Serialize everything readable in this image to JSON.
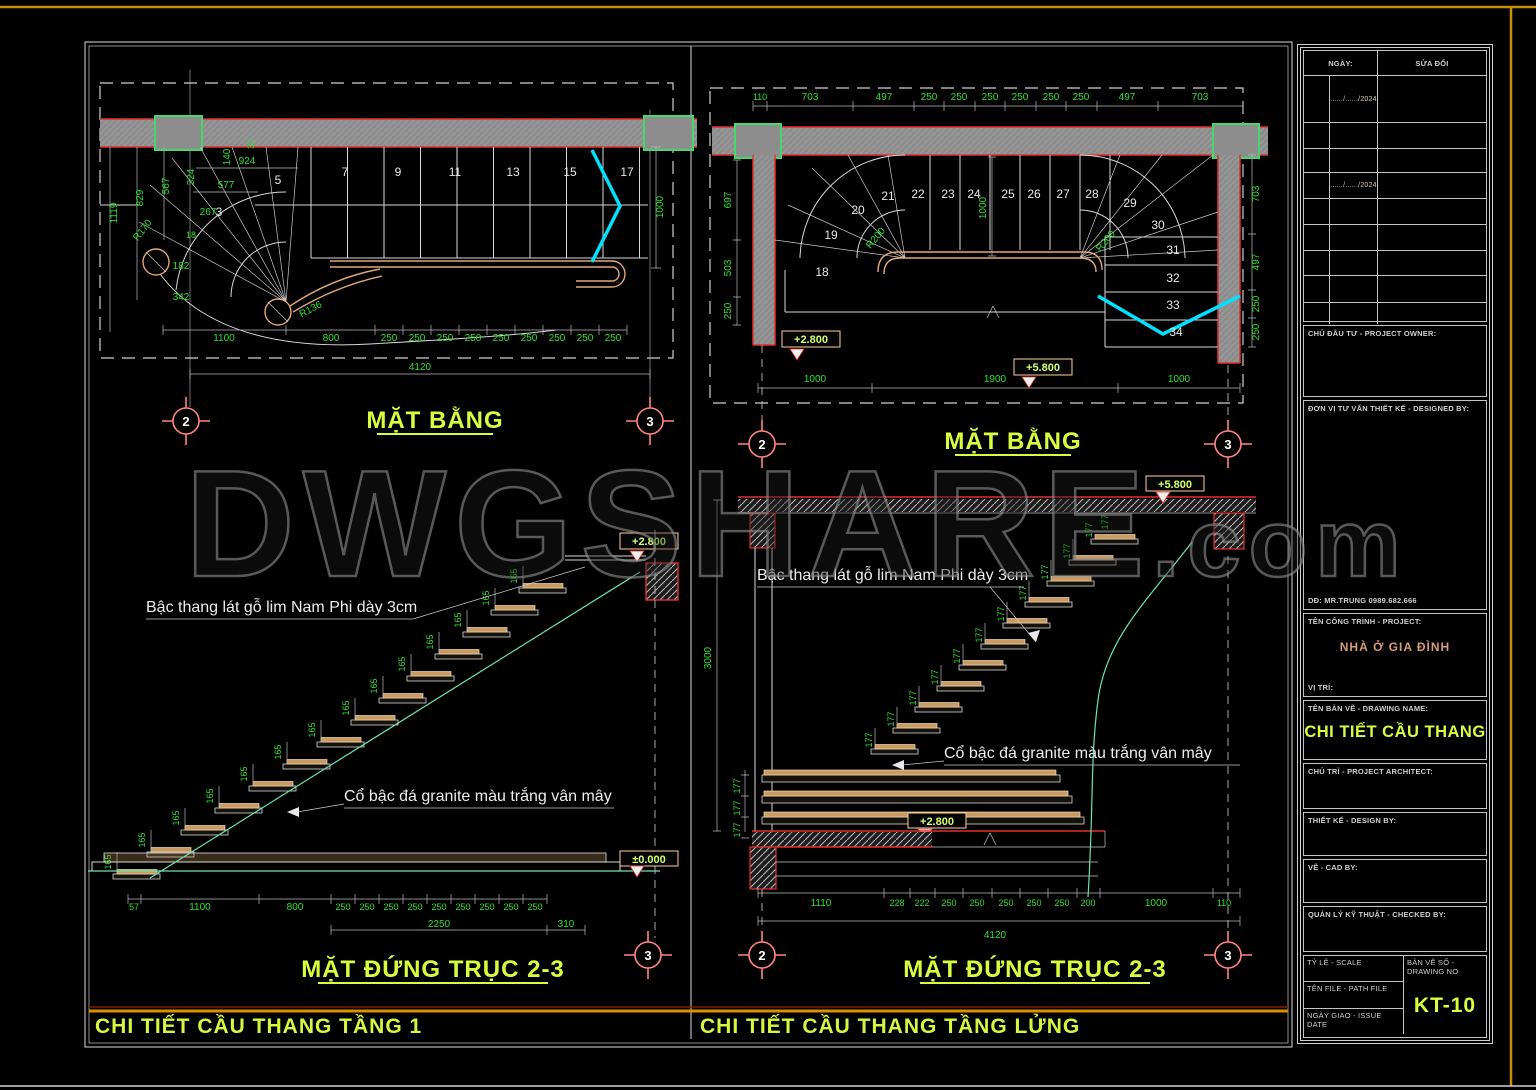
{
  "page": {
    "watermark_main": "DWGSHARE",
    "watermark_suffix": ".com"
  },
  "axes": {
    "a2": "2",
    "a3": "3"
  },
  "notes": {
    "wood": "Bậc thang lát gỗ lim Nam Phi dày 3cm",
    "stone": "Cổ bậc đá granite màu trắng vân mây"
  },
  "plan1": {
    "title": "MẶT BẰNG",
    "step_numbers": [
      "7",
      "9",
      "11",
      "13",
      "15",
      "17"
    ],
    "winder_numbers": [
      "3",
      "5"
    ],
    "left_dims": [
      "1119",
      "829",
      "567",
      "324",
      "140",
      "31"
    ],
    "detail_dims": [
      "924",
      "577",
      "267",
      "18",
      "182",
      "342"
    ],
    "radii": [
      "R170",
      "R136"
    ],
    "bottom_dims": [
      "1100",
      "800",
      "250",
      "250",
      "250",
      "250",
      "250",
      "250",
      "250",
      "250",
      "250"
    ],
    "total_dim": "4120",
    "right_dim": "1000"
  },
  "plan2": {
    "title": "MẶT BẰNG",
    "top_dims": [
      "110",
      "703",
      "497",
      "250",
      "250",
      "250",
      "250",
      "250",
      "250",
      "497",
      "703"
    ],
    "left_dims": [
      "697",
      "503",
      "250"
    ],
    "right_dims": [
      "703",
      "497",
      "250",
      "250"
    ],
    "width_dim": "1000",
    "step_numbers": [
      "18",
      "19",
      "20",
      "21",
      "22",
      "23",
      "24",
      "25",
      "26",
      "27",
      "28",
      "29",
      "30",
      "31",
      "32",
      "33",
      "34"
    ],
    "radii": [
      "R200",
      "R200"
    ],
    "levels": {
      "mid": "+2.800",
      "top": "+5.800"
    },
    "bottom_dims": [
      "1000",
      "1900",
      "1000"
    ]
  },
  "section1": {
    "title": "MẶT ĐỨNG TRỤC 2-3",
    "riser_dim": "165",
    "levels": {
      "top": "+2.800",
      "zero": "±0.000"
    },
    "bottom_dims": [
      "57",
      "1100",
      "800",
      "250",
      "250",
      "250",
      "250",
      "250",
      "250",
      "250",
      "250",
      "250"
    ],
    "bottom_dims2": [
      "2250",
      "310"
    ]
  },
  "section2": {
    "title": "MẶT ĐỨNG TRỤC 2-3",
    "riser_dim": "177",
    "height_dim": "3000",
    "levels": {
      "top": "+5.800",
      "mid": "+2.800"
    },
    "bottom_dims": [
      "1110",
      "228",
      "222",
      "250",
      "250",
      "250",
      "250",
      "250",
      "200",
      "1000",
      "110"
    ],
    "total_dim": "4120"
  },
  "footer": {
    "left_label": "CHI TIẾT CẦU THANG TẦNG 1",
    "right_label": "CHI TIẾT CẦU THANG TẦNG LỬNG"
  },
  "titleblock": {
    "rev_date_header": "NGÀY:",
    "rev_change_header": "SỬA ĐỔI",
    "rev_date1": "....../....../2024",
    "rev_date2": "....../....../2024",
    "owner_label": "CHỦ ĐẦU TƯ - PROJECT OWNER:",
    "designer_label": "ĐƠN VỊ TƯ VẤN THIẾT KẾ - DESIGNED BY:",
    "designer_phone": "DĐ: MR.TRUNG 0989.682.666",
    "project_label": "TÊN CÔNG TRÌNH - PROJECT:",
    "project_name": "NHÀ Ở GIA ĐÌNH",
    "location_label": "VỊ TRÍ:",
    "drawing_name_label": "TÊN BẢN VẼ - DRAWING NAME:",
    "drawing_name": "CHI TIẾT CẦU THANG",
    "architect_label": "CHỦ TRÌ - PROJECT ARCHITECT:",
    "design_by_label": "THIẾT KẾ - DESIGN BY:",
    "cad_by_label": "VẼ - CAD BY:",
    "checked_by_label": "QUẢN LÝ KỸ THUẬT - CHECKED BY:",
    "scale_label": "TỶ LỆ - SCALE",
    "file_label": "TÊN FILE - PATH FILE",
    "issue_label": "NGÀY GIAO - ISSUE DATE",
    "number_label": "BẢN VẼ SỐ - DRAWING NO",
    "drawing_number": "KT-10"
  }
}
